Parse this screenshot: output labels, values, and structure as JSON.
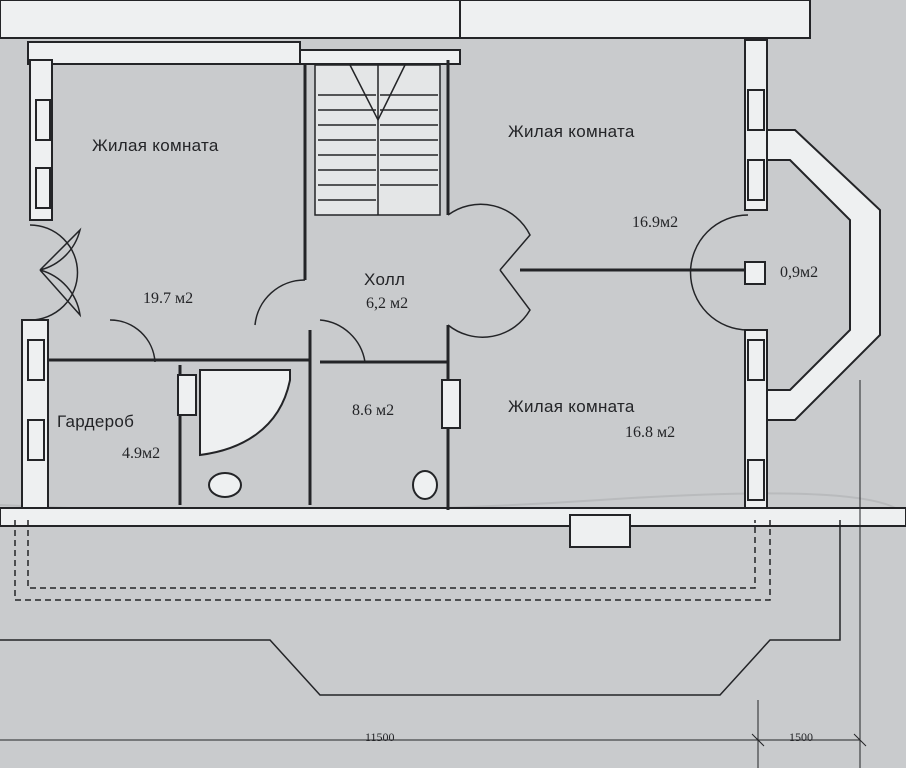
{
  "rooms": {
    "living_left": {
      "name": "Жилая комната",
      "area": "19.7 м2"
    },
    "living_top_right": {
      "name": "Жилая комната",
      "area": "16.9м2"
    },
    "hall": {
      "name": "Холл",
      "area": "6,2 м2"
    },
    "bathroom": {
      "area": "8.6 м2"
    },
    "living_bottom_right": {
      "name": "Жилая комната",
      "area": "16.8 м2"
    },
    "wardrobe": {
      "name": "Гардероб",
      "area": "4.9м2"
    },
    "bay": {
      "area": "0,9м2"
    }
  },
  "dimensions": {
    "main_width": "11500",
    "bay_width": "1500"
  },
  "colors": {
    "paper": "#c9cbcd",
    "ink": "#232427",
    "wall_fill": "#eef0f1"
  }
}
